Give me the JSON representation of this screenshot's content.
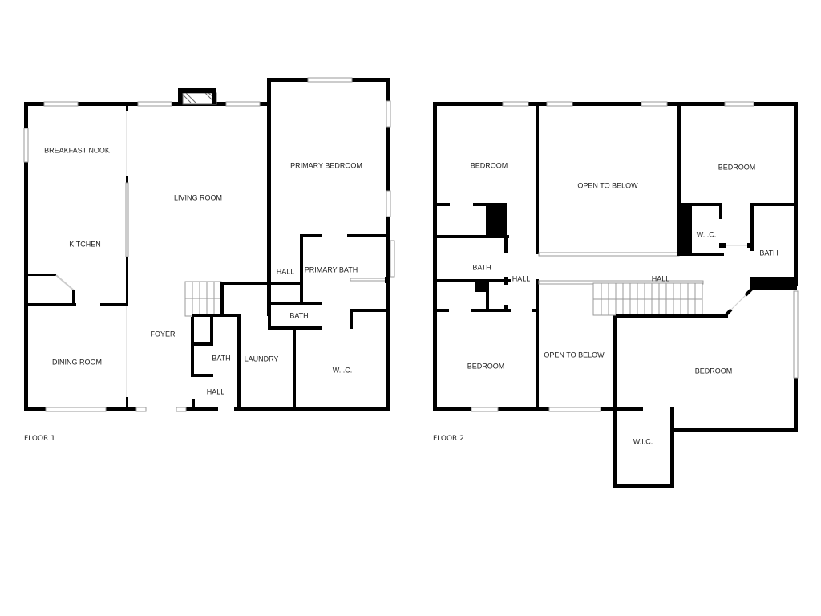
{
  "floors": [
    {
      "label": "FLOOR 1",
      "rooms": {
        "breakfast_nook": "BREAKFAST NOOK",
        "living_room": "LIVING ROOM",
        "primary_bedroom": "PRIMARY BEDROOM",
        "kitchen": "KITCHEN",
        "hall_upper": "HALL",
        "primary_bath": "PRIMARY BATH",
        "bath_small": "BATH",
        "foyer": "FOYER",
        "bath_half": "BATH",
        "laundry": "LAUNDRY",
        "wic": "W.I.C.",
        "dining_room": "DINING ROOM",
        "hall_lower": "HALL"
      }
    },
    {
      "label": "FLOOR 2",
      "rooms": {
        "bedroom_nw": "BEDROOM",
        "open_to_below_top": "OPEN TO BELOW",
        "bedroom_ne": "BEDROOM",
        "wic_ne": "W.I.C.",
        "bath_e": "BATH",
        "bath_w": "BATH",
        "hall_w": "HALL",
        "hall_main": "HALL",
        "bedroom_sw": "BEDROOM",
        "open_to_below_bottom": "OPEN TO BELOW",
        "bedroom_se": "BEDROOM",
        "wic_se": "W.I.C."
      }
    }
  ]
}
